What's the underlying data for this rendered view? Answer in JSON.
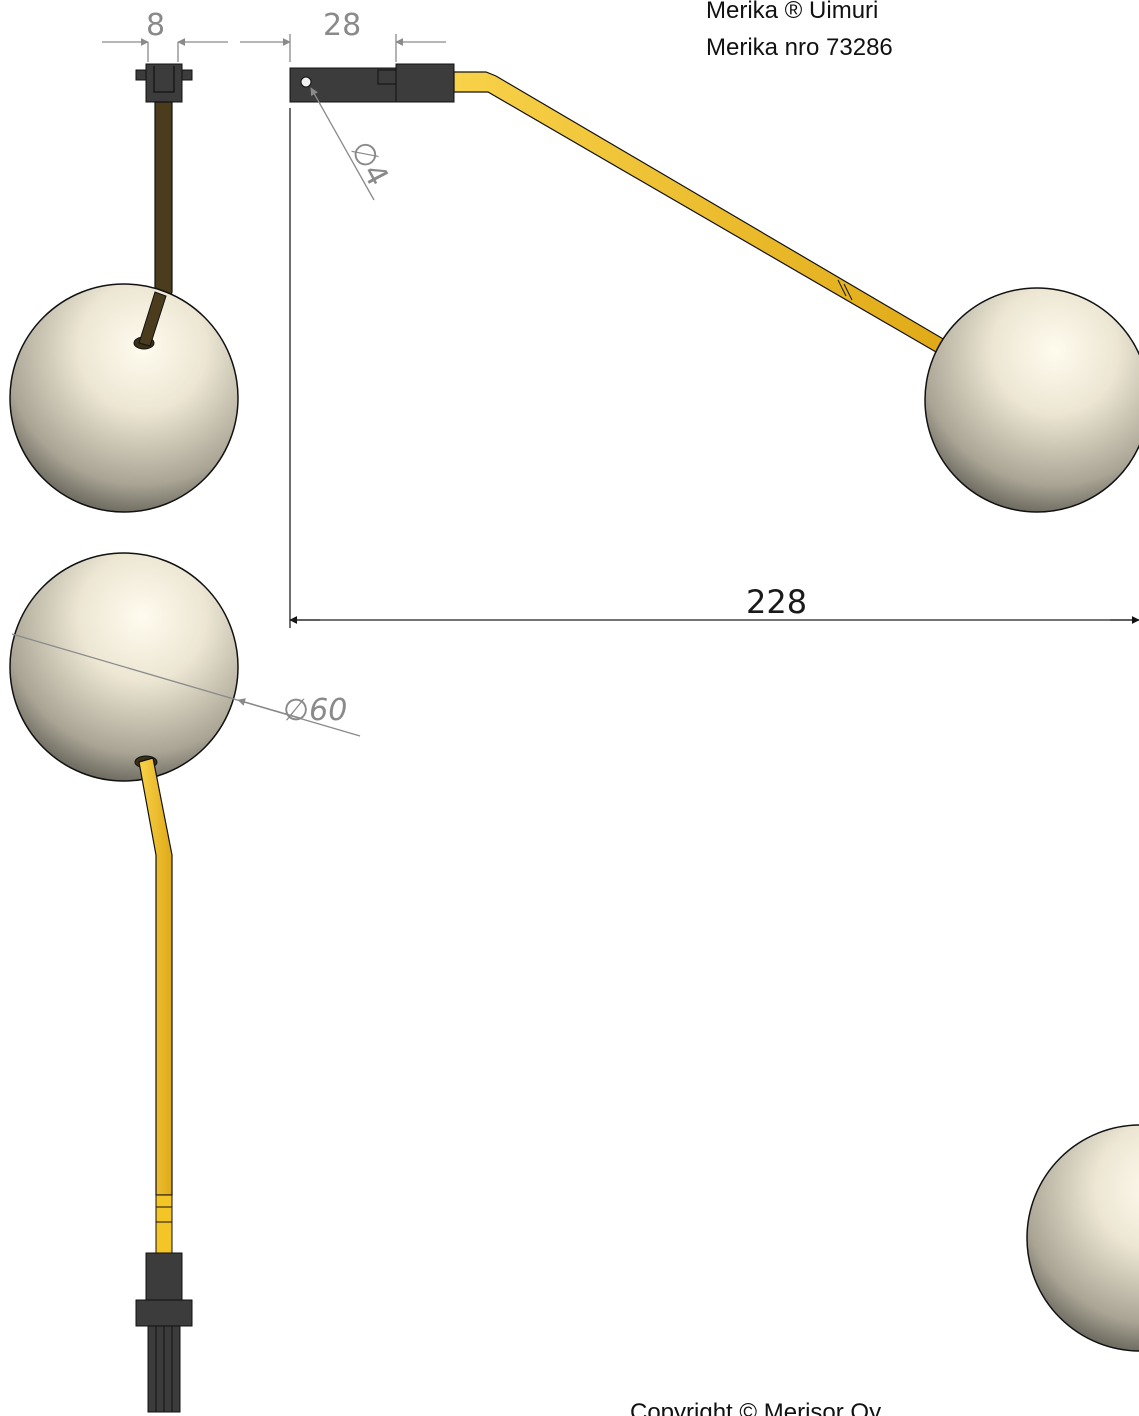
{
  "title": {
    "line1": "Merika ® Uimuri",
    "line2": "Merika nro  73286"
  },
  "dimensions": {
    "connector_width": "8",
    "connector_length": "28",
    "hole_diameter": "∅4",
    "total_length": "228",
    "ball_diameter": "∅60"
  },
  "footer": {
    "copyright": "Copyright © Merisor Oy"
  },
  "colors": {
    "ball": "#e9e4d2",
    "rod": "#f2c12e",
    "connector": "#3c3c3c",
    "dimension": "#8a8a8a"
  }
}
